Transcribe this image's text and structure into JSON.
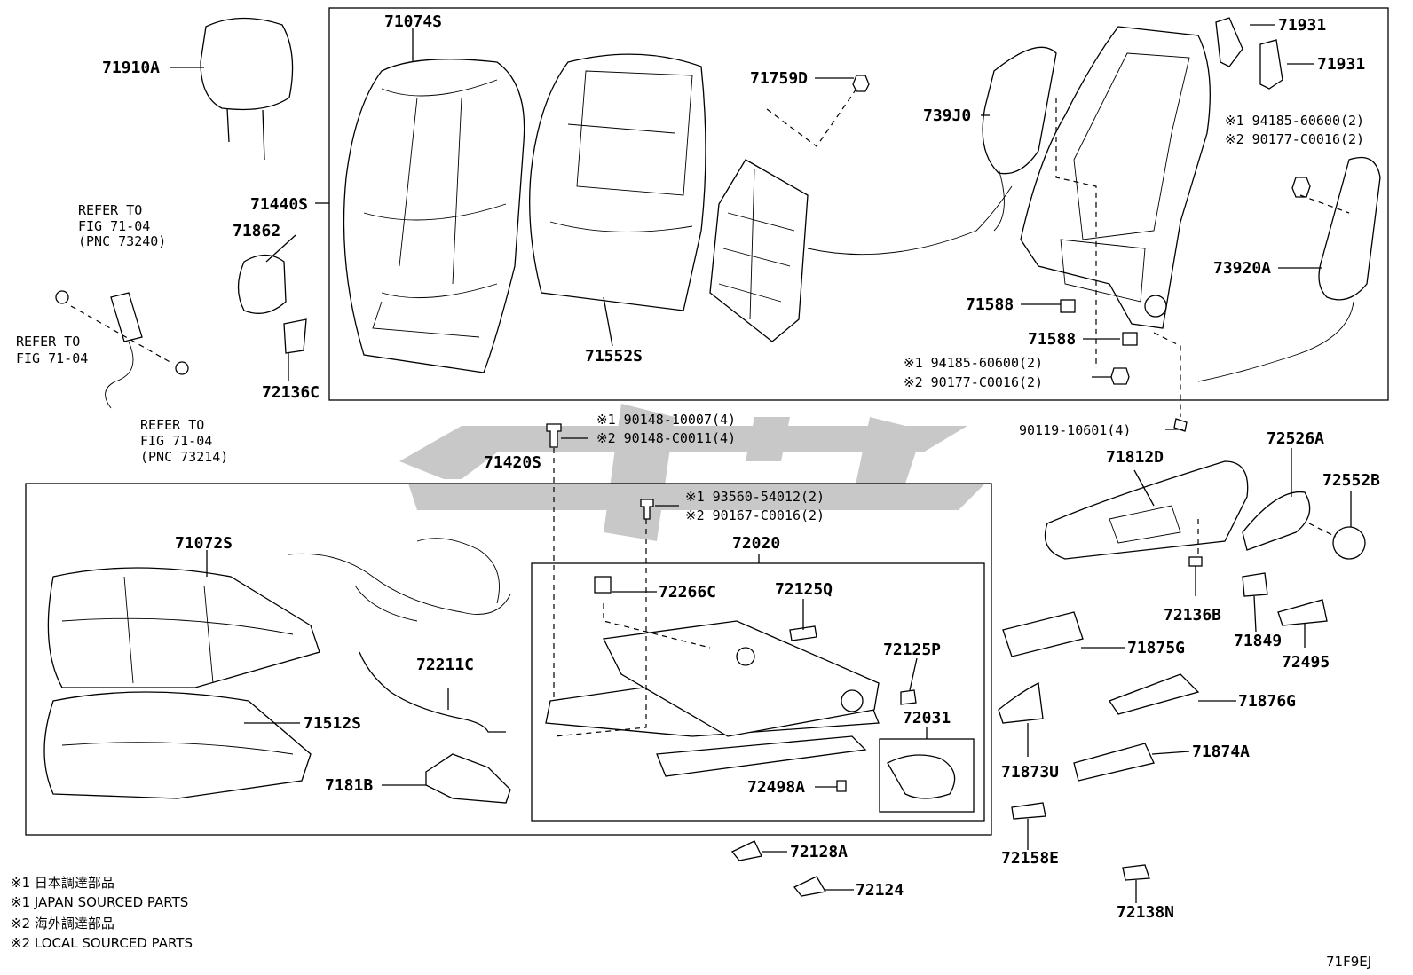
{
  "diagram": {
    "labels": {
      "p71074S": "71074S",
      "p71910A": "71910A",
      "p71440S": "71440S",
      "p71862": "71862",
      "p72136C": "72136C",
      "p71552S": "71552S",
      "p71759D": "71759D",
      "p739J0": "739J0",
      "p71931a": "71931",
      "p71931b": "71931",
      "p73920A": "73920A",
      "p71588a": "71588",
      "p71588b": "71588",
      "p71420S": "71420S",
      "p71072S": "71072S",
      "p71512S": "71512S",
      "p72211C": "72211C",
      "p7181B": "7181B",
      "p72020": "72020",
      "p72266C": "72266C",
      "p72125Q": "72125Q",
      "p72125P": "72125P",
      "p72031": "72031",
      "p72498A": "72498A",
      "p72128A": "72128A",
      "p72124": "72124",
      "p71812D": "71812D",
      "p72526A": "72526A",
      "p72552B": "72552B",
      "p72136B": "72136B",
      "p71849": "71849",
      "p72495": "72495",
      "p71875G": "71875G",
      "p71876G": "71876G",
      "p71873U": "71873U",
      "p71874A": "71874A",
      "p72158E": "72158E",
      "p72138N": "72138N",
      "refer1a": "REFER TO",
      "refer1b": "FIG 71-04",
      "refer1c": "(PNC 73240)",
      "refer2a": "REFER TO",
      "refer2b": "FIG 71-04",
      "refer3a": "REFER TO",
      "refer3b": "FIG 71-04",
      "refer3c": "(PNC 73214)",
      "alt1a": "※1 94185-60600(2)",
      "alt1b": "※2 90177-C0016(2)",
      "alt2a": "※1 94185-60600(2)",
      "alt2b": "※2 90177-C0016(2)",
      "alt3a": "※1 90148-10007(4)",
      "alt3b": "※2 90148-C0011(4)",
      "alt4a": "※1 93560-54012(2)",
      "alt4b": "※2 90167-C0016(2)",
      "bolt": "90119-10601(4)",
      "figcode": "71F9EJ"
    },
    "notes": [
      "※1 日本調達部品",
      "※1 JAPAN SOURCED PARTS",
      "※2 海外調達部品",
      "※2 LOCAL SOURCED PARTS"
    ]
  }
}
